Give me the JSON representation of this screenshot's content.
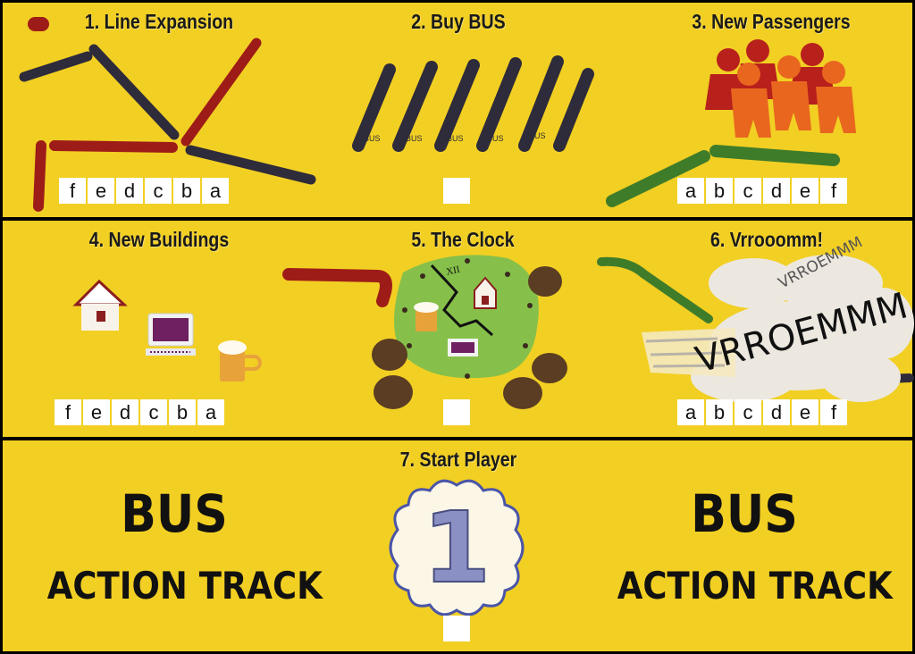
{
  "sections": [
    {
      "title": "1. Line Expansion",
      "letters": [
        "f",
        "e",
        "d",
        "c",
        "b",
        "a"
      ]
    },
    {
      "title": "2. Buy BUS",
      "bus_labels": [
        "BUS",
        "BUS",
        "BUS",
        "BUS",
        "BUS"
      ]
    },
    {
      "title": "3. New Passengers",
      "letters": [
        "a",
        "b",
        "c",
        "d",
        "e",
        "f"
      ]
    },
    {
      "title": "4. New Buildings",
      "letters": [
        "f",
        "e",
        "d",
        "c",
        "b",
        "a"
      ]
    },
    {
      "title": "5. The Clock",
      "clock_text": "XII"
    },
    {
      "title": "6. Vrrooomm!",
      "letters": [
        "a",
        "b",
        "c",
        "d",
        "e",
        "f"
      ],
      "cloud_text_1": "VRROEMMM",
      "cloud_text_2": "VRROEMMM"
    },
    {
      "title": "7. Start Player",
      "badge_number": "1"
    }
  ],
  "track_label": {
    "line1": "BUS",
    "line2": "ACTION TRACK"
  },
  "colors": {
    "background": "#f2cf23",
    "border": "#000000",
    "red": "#9e1c18",
    "dark": "#2e2b3a",
    "green": "#3f7c2a",
    "orange": "#e8661e",
    "badge": "#8a8fc4"
  },
  "icons": [
    "rail-segment-icon",
    "bus-icon",
    "passenger-meeple-icon",
    "house-icon",
    "computer-icon",
    "beer-mug-icon",
    "clock-board-icon",
    "dust-cloud-icon",
    "start-player-badge-icon"
  ]
}
